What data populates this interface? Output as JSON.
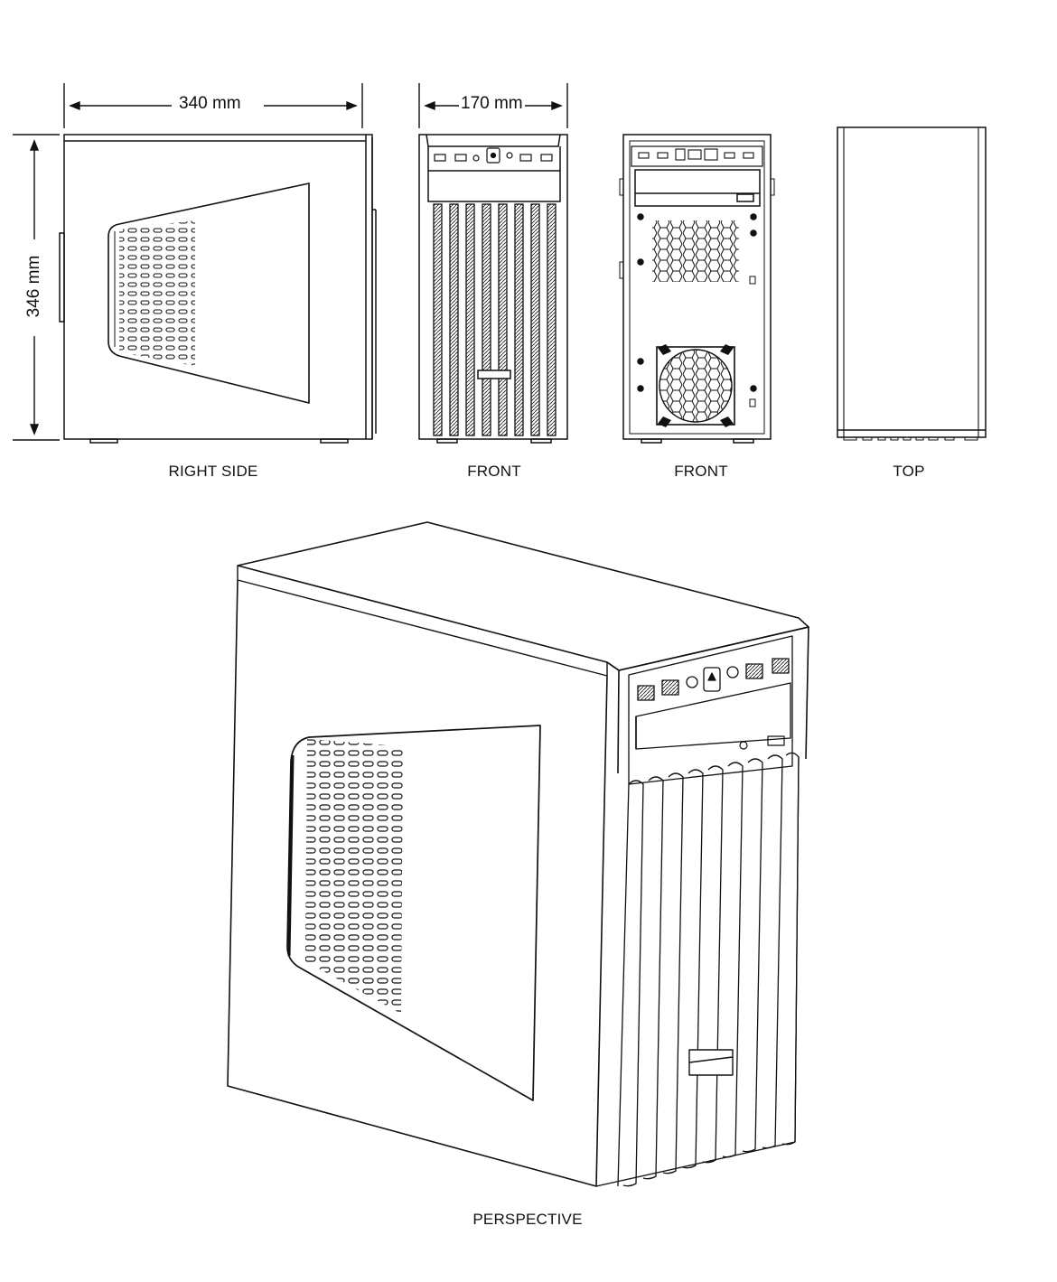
{
  "dimensions": {
    "width": "340 mm",
    "depth": "170 mm",
    "height": "346 mm"
  },
  "views": {
    "right_side": "RIGHT SIDE",
    "front": "FRONT",
    "front_open": "FRONT",
    "top": "TOP",
    "perspective": "PERSPECTIVE"
  },
  "colors": {
    "line": "#111111",
    "background": "#ffffff"
  }
}
